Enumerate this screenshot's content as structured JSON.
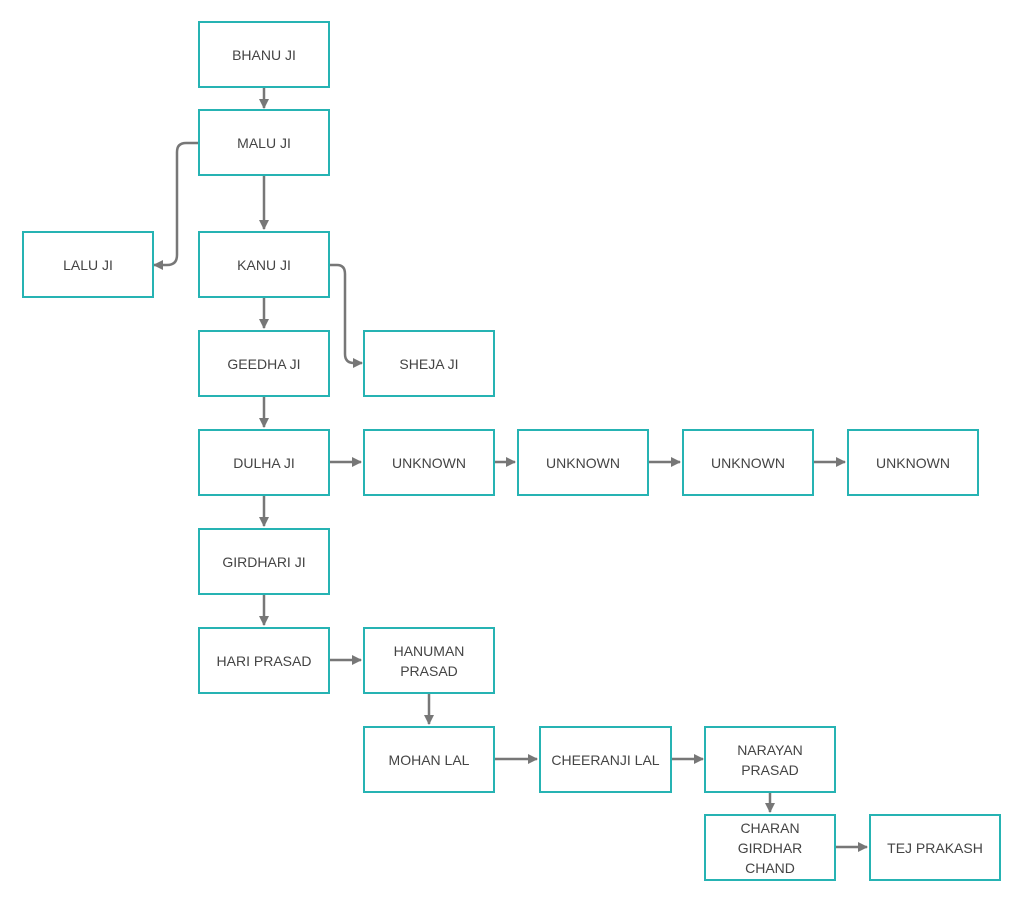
{
  "diagram": {
    "colors": {
      "node_border": "#26b3b3",
      "edge": "#777777",
      "text": "#444444"
    },
    "nodes": {
      "bhanu": "BHANU JI",
      "malu": "MALU JI",
      "lalu": "LALU JI",
      "kanu": "KANU JI",
      "geedha": "GEEDHA JI",
      "sheja": "SHEJA JI",
      "dulha": "DULHA JI",
      "unknown1": "UNKNOWN",
      "unknown2": "UNKNOWN",
      "unknown3": "UNKNOWN",
      "unknown4": "UNKNOWN",
      "girdhari": "GIRDHARI JI",
      "hari": "HARI PRASAD",
      "hanuman": "HANUMAN PRASAD",
      "mohan": "MOHAN LAL",
      "cheeranji": "CHEERANJI LAL",
      "narayan": "NARAYAN PRASAD",
      "charan": "CHARAN GIRDHAR CHAND",
      "tej": "TEJ PRAKASH"
    },
    "edges": [
      [
        "bhanu",
        "malu"
      ],
      [
        "malu",
        "lalu"
      ],
      [
        "malu",
        "kanu"
      ],
      [
        "kanu",
        "geedha"
      ],
      [
        "kanu",
        "sheja"
      ],
      [
        "geedha",
        "dulha"
      ],
      [
        "dulha",
        "unknown1"
      ],
      [
        "unknown1",
        "unknown2"
      ],
      [
        "unknown2",
        "unknown3"
      ],
      [
        "unknown3",
        "unknown4"
      ],
      [
        "dulha",
        "girdhari"
      ],
      [
        "girdhari",
        "hari"
      ],
      [
        "hari",
        "hanuman"
      ],
      [
        "hanuman",
        "mohan"
      ],
      [
        "mohan",
        "cheeranji"
      ],
      [
        "cheeranji",
        "narayan"
      ],
      [
        "narayan",
        "charan"
      ],
      [
        "charan",
        "tej"
      ]
    ]
  }
}
